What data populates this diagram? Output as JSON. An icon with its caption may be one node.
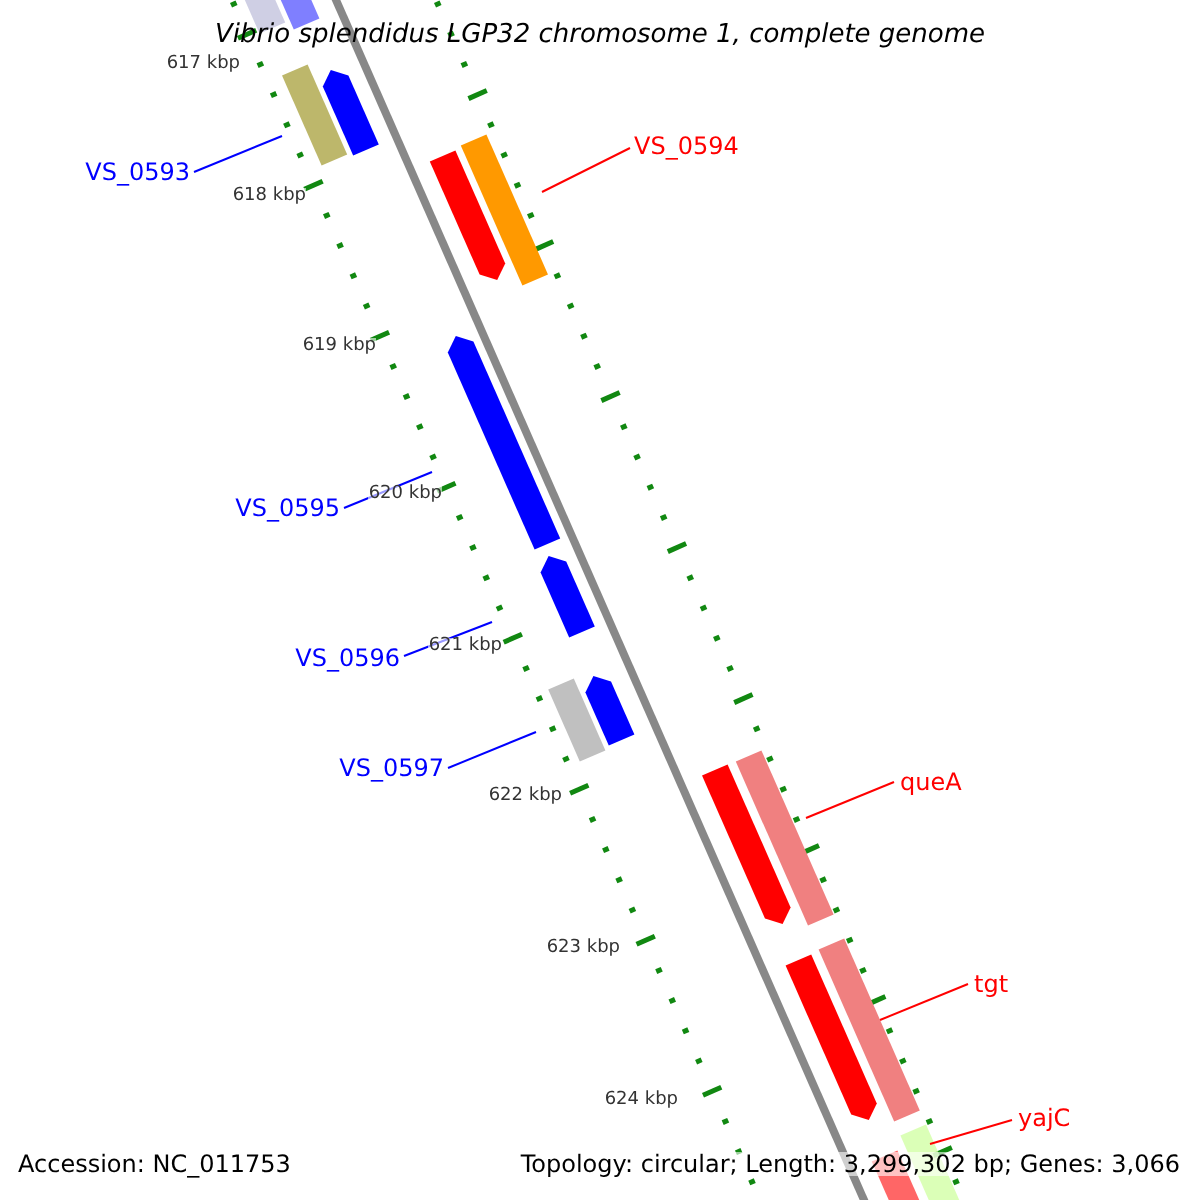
{
  "diagram": {
    "title": "Vibrio splendidus LGP32 chromosome 1, complete genome",
    "nodes": [
      {
        "text": [
          "VS_0593"
        ]
      },
      {
        "text": [],
        "shape": "bar"
      },
      {
        "text": [
          "VS_0594"
        ]
      },
      {
        "text": [],
        "shape": "bar"
      },
      {
        "text": [
          "VS_0595"
        ]
      },
      {
        "text": [],
        "shape": "bar"
      },
      {
        "text": [
          "VS_0596"
        ]
      },
      {
        "text": [],
        "shape": "bar"
      },
      {
        "text": [
          "VS_0597"
        ]
      },
      {
        "text": [],
        "shape": "bar"
      },
      {
        "text": [
          "queA"
        ]
      },
      {
        "text": [],
        "shape": "bar"
      },
      {
        "text": [
          "tgt"
        ]
      },
      {
        "text": [],
        "shape": "bar"
      },
      {
        "text": [
          "yajC"
        ]
      },
      {
        "text": [],
        "shape": "bar"
      },
      {
        "text": [],
        "shape": "bar"
      },
      {
        "text": [],
        "shape": "bar"
      },
      {
        "text": [],
        "shape": "bar"
      },
      {
        "text": [],
        "shape": "bar"
      },
      {
        "text": [],
        "shape": "bar"
      },
      {
        "text": [],
        "shape": "bar"
      },
      {
        "text": [],
        "shape": "bar"
      },
      {
        "text": [],
        "shape": "bar"
      }
    ],
    "edges": [
      {
        "from": 0,
        "to": 1,
        "arrow": "none"
      },
      {
        "from": 2,
        "to": 3,
        "arrow": "none",
        "color": "#ff0000"
      },
      {
        "from": 4,
        "to": 5,
        "arrow": "none"
      },
      {
        "from": 6,
        "to": 7,
        "arrow": "none"
      },
      {
        "from": 8,
        "to": 9,
        "arrow": "none"
      },
      {
        "from": 10,
        "to": 11,
        "arrow": "none",
        "color": "#ff0000"
      },
      {
        "from": 12,
        "to": 13,
        "arrow": "none",
        "color": "#ff0000"
      },
      {
        "from": 14,
        "to": 15,
        "arrow": "none",
        "color": "#ff0000"
      }
    ],
    "labels": [
      "617 kbp",
      "618 kbp",
      "619 kbp",
      "620 kbp",
      "621 kbp",
      "622 kbp",
      "623 kbp",
      "624 kbp",
      "Accession: NC_011753",
      "Topology: circular; Length: 3,299,302 bp; Genes: 3,066"
    ]
  }
}
